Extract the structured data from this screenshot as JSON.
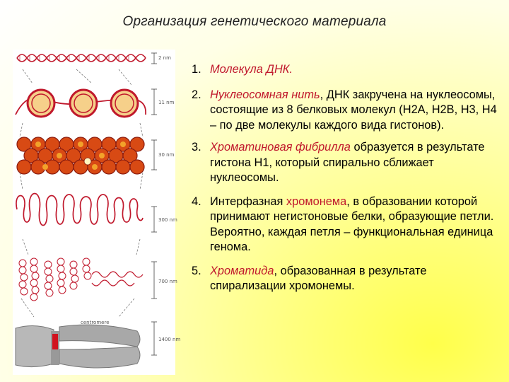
{
  "title": "Организация генетического материала",
  "figure": {
    "scale_labels": [
      "2 nm",
      "11 nm",
      "30 nm",
      "300 nm",
      "700 nm",
      "1400 nm"
    ],
    "centromere_label": "centromere"
  },
  "items": [
    {
      "num": "1.",
      "italic": "Молекула ДНК.",
      "text": ""
    },
    {
      "num": "2.",
      "italic": "Нуклеосомная нить",
      "text": ", ДНК закручена на нуклеосомы, состоящие из 8 белковых молекул (Н2А, Н2В, Н3, Н4 – по две молекулы каждого вида гистонов)."
    },
    {
      "num": "3.",
      "italic": "Хроматиновая фибрилла",
      "text": " образуется в результате гистона Н1, который спирально сближает нуклеосомы."
    },
    {
      "num": "4.",
      "pre": "Интерфазная ",
      "red": "хромонема",
      "text": ", в образовании которой принимают негистоновые белки, образующие петли. Вероятно, каждая петля – функциональная единица генома."
    },
    {
      "num": "5.",
      "italic": "Хроматида",
      "text": ", образованная в результате спирализации хромонемы."
    }
  ],
  "colors": {
    "accent_red": "#c0182c",
    "background_yellow": "#ffff4a"
  }
}
